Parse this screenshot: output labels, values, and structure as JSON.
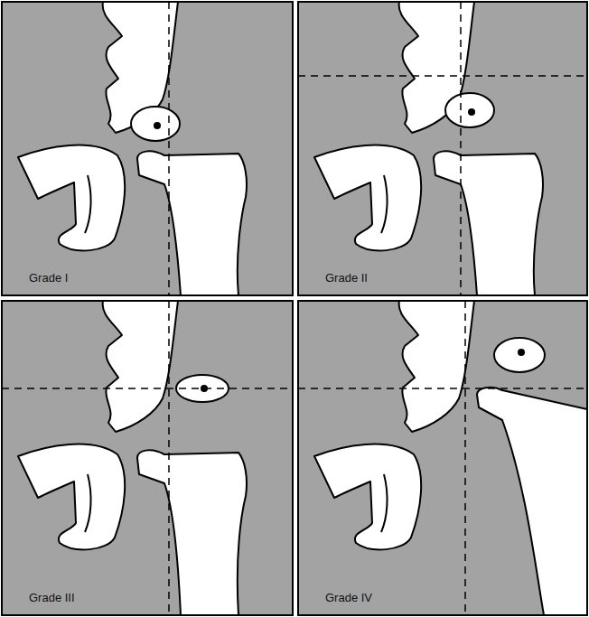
{
  "diagram": {
    "labels": [
      "Grade I",
      "Grade II",
      "Grade III",
      "Grade IV"
    ]
  }
}
